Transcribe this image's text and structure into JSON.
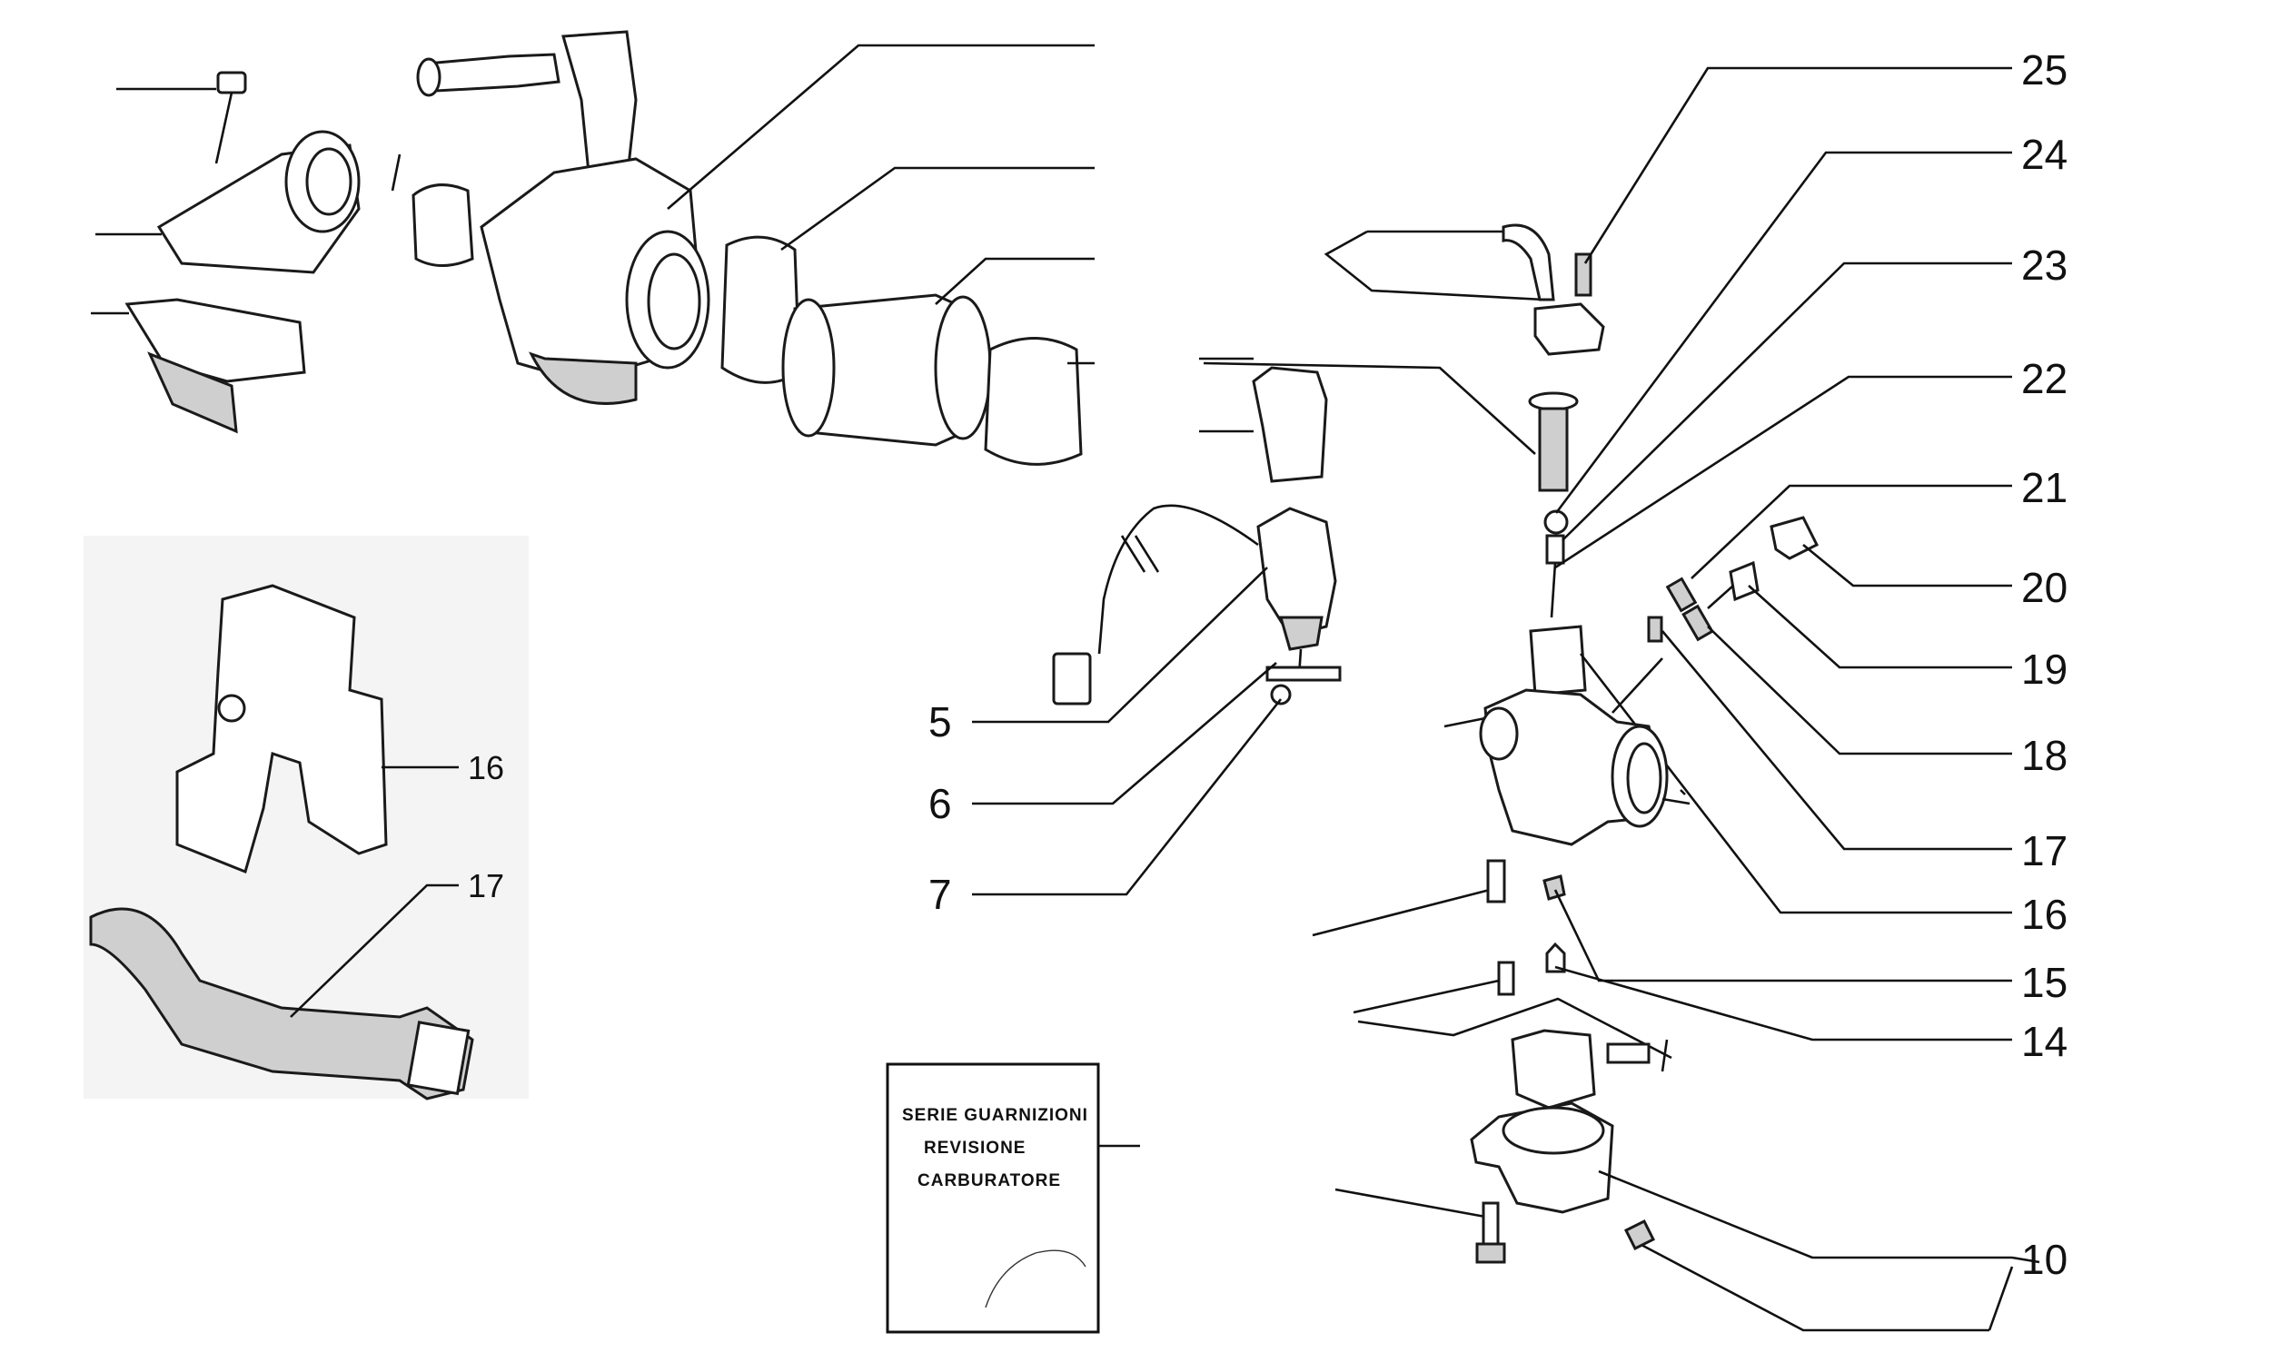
{
  "labels": {
    "l25": "25",
    "l24": "24",
    "l23": "23",
    "l22": "22",
    "l21": "21",
    "l20": "20",
    "l19": "19",
    "l18": "18",
    "l17": "17",
    "l16": "16",
    "l15": "15",
    "l14": "14",
    "l10": "10",
    "l5": "5",
    "l6": "6",
    "l7": "7",
    "inset16": "16",
    "inset17": "17"
  },
  "gasket_kit": {
    "line1": "SERIE GUARNIZIONI",
    "line2": "REVISIONE",
    "line3": "CARBURATORE"
  }
}
